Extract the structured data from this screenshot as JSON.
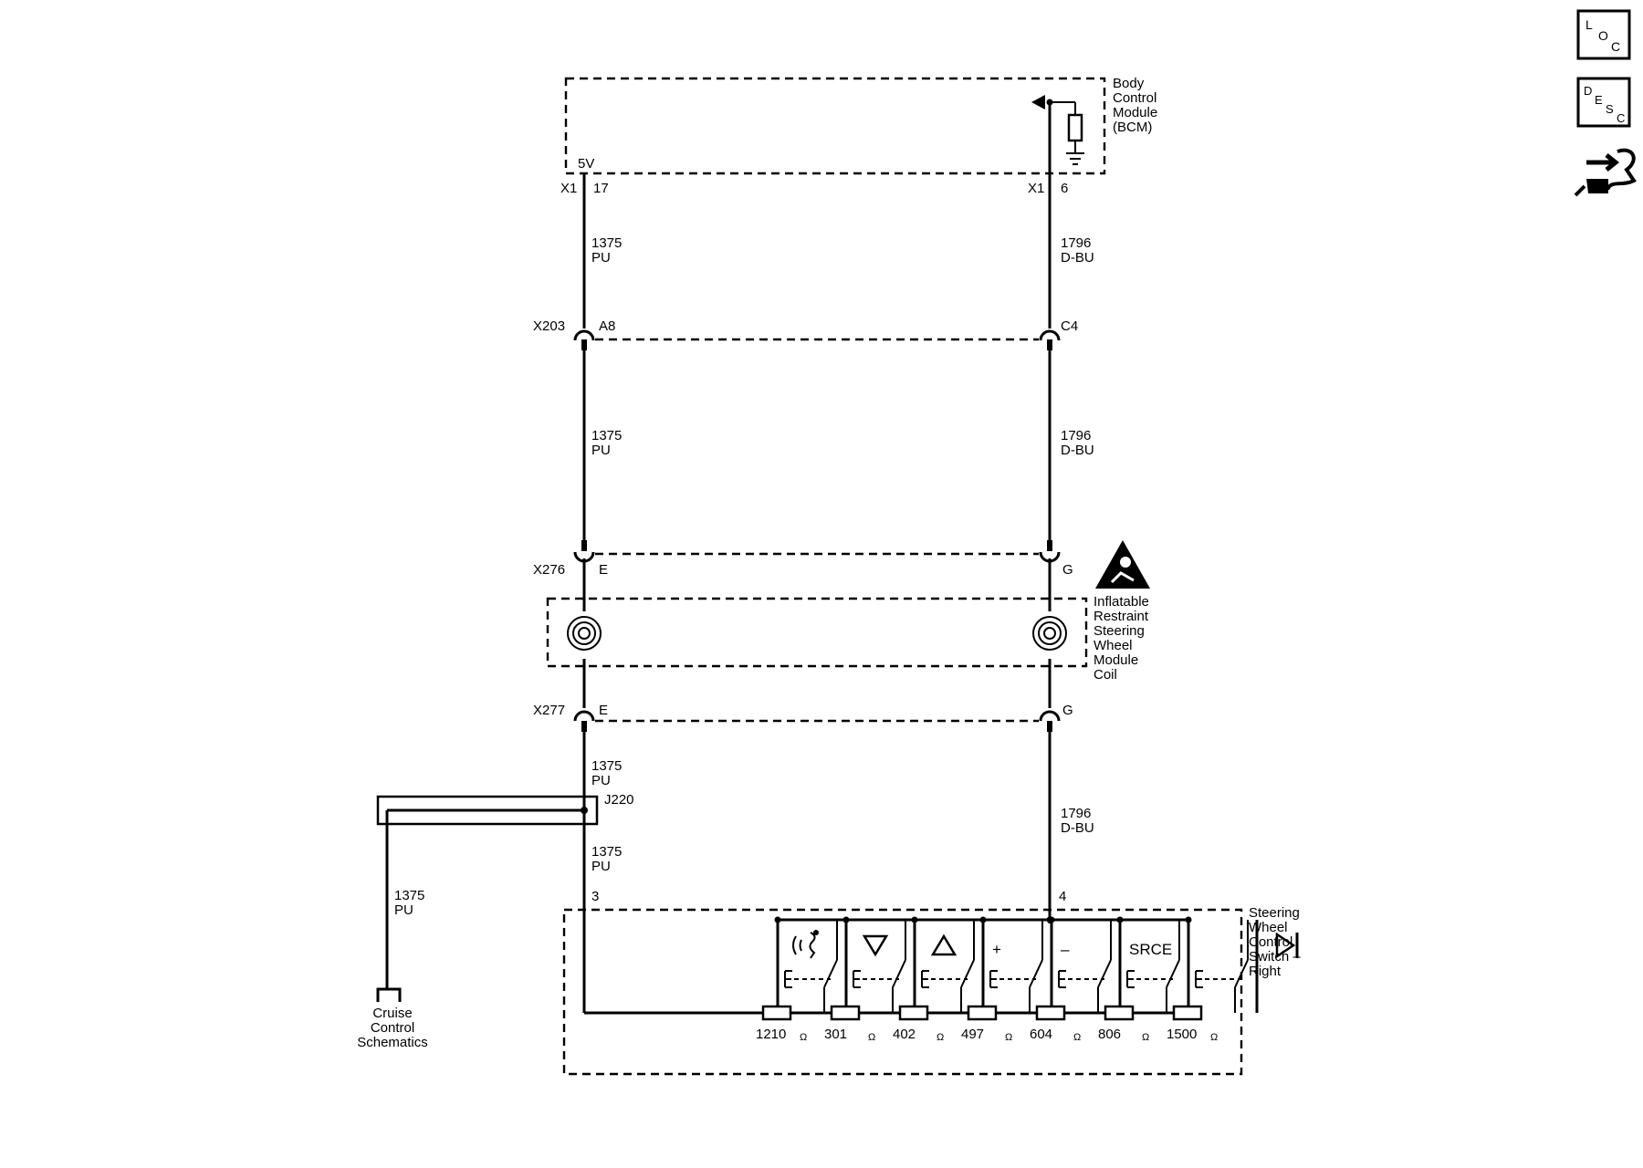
{
  "bcm": {
    "name_lines": [
      "Body",
      "Control",
      "Module",
      "(BCM)"
    ],
    "ref_voltage": "5V",
    "left_conn": "X1",
    "left_pin": "17",
    "right_conn": "X1",
    "right_pin": "6"
  },
  "wires": {
    "left": {
      "circuit": "1375",
      "color": "PU"
    },
    "right": {
      "circuit": "1796",
      "color": "D-BU"
    }
  },
  "connectors": {
    "x203": {
      "name": "X203",
      "left_pin": "A8",
      "right_pin": "C4"
    },
    "x276": {
      "name": "X276",
      "left_pin": "E",
      "right_pin": "G"
    },
    "x277": {
      "name": "X277",
      "left_pin": "E",
      "right_pin": "G"
    }
  },
  "coil": {
    "name_lines": [
      "Inflatable",
      "Restraint",
      "Steering",
      "Wheel",
      "Module",
      "Coil"
    ]
  },
  "splice": {
    "name": "J220"
  },
  "cruise": {
    "wire_circuit": "1375",
    "wire_color": "PU",
    "label_lines": [
      "Cruise",
      "Control",
      "Schematics"
    ]
  },
  "switch": {
    "name_lines": [
      "Steering",
      "Wheel",
      "Control",
      "Switch –",
      "Right"
    ],
    "left_pin": "3",
    "right_pin": "4",
    "buttons": [
      {
        "icon": "voice-icon",
        "label": "",
        "resistance": "1210"
      },
      {
        "icon": "triangle-down-icon",
        "label": "",
        "resistance": "301"
      },
      {
        "icon": "triangle-up-icon",
        "label": "",
        "resistance": "402"
      },
      {
        "icon": "",
        "label": "+",
        "resistance": "497"
      },
      {
        "icon": "",
        "label": "–",
        "resistance": "604"
      },
      {
        "icon": "",
        "label": "SRCE",
        "resistance": "806"
      },
      {
        "icon": "",
        "label": "",
        "resistance": "1500"
      }
    ],
    "ohm_symbol": "Ω"
  },
  "side_icons": [
    {
      "icon": "loc-icon",
      "letters": [
        "L",
        "O",
        "C"
      ]
    },
    {
      "icon": "desc-icon",
      "letters": [
        "D",
        "E",
        "S",
        "C"
      ]
    },
    {
      "icon": "connector-tool-icon",
      "letters": []
    }
  ]
}
